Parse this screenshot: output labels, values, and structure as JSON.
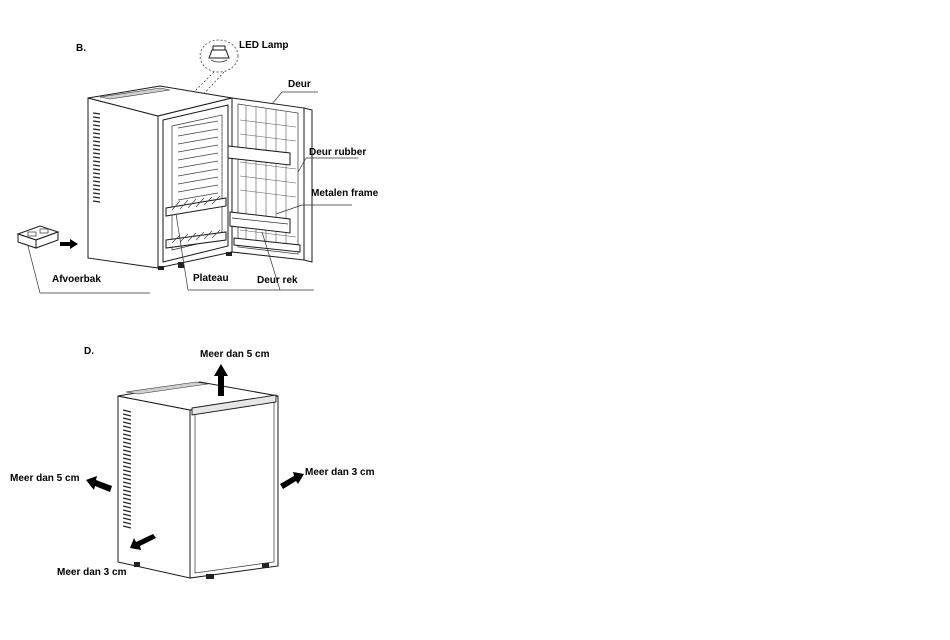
{
  "section_b": {
    "letter": "B.",
    "labels": {
      "led_lamp": "LED Lamp",
      "door": "Deur",
      "door_rubber": "Deur rubber",
      "metal_frame": "Metalen frame",
      "plateau": "Plateau",
      "door_rack": "Deur rek",
      "drip_tray": "Afvoerbak"
    }
  },
  "section_d": {
    "letter": "D.",
    "labels": {
      "top": "Meer dan 5 cm",
      "left": "Meer dan 5 cm",
      "right": "Meer dan 3 cm",
      "back": "Meer dan 3 cm"
    }
  },
  "colors": {
    "line": "#1a1a1a",
    "arrow": "#000000",
    "background": "#ffffff"
  }
}
